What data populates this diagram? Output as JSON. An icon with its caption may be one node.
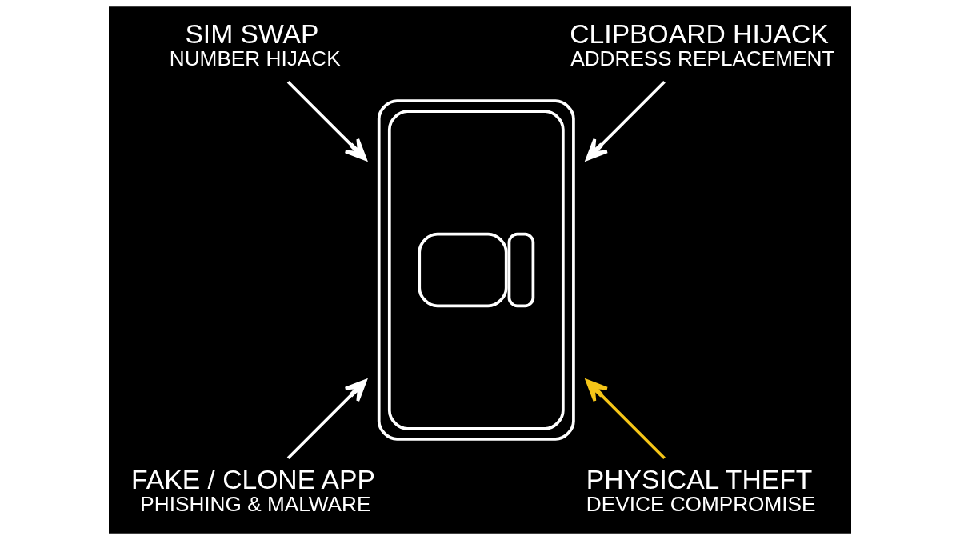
{
  "diagram": {
    "nodes": [
      {
        "text": [
          "SIM SWAP",
          "NUMBER HIJACK"
        ]
      },
      {
        "text": [
          "CLIPBOARD HIJACK",
          "ADDRESS REPLACEMENT"
        ]
      },
      {
        "text": [],
        "shape": "picture"
      },
      {
        "text": [
          "FAKE / CLONE APP",
          "PHISHING & MALWARE"
        ]
      },
      {
        "text": [
          "PHYSICAL THEFT",
          "DEVICE COMPROMISE"
        ]
      }
    ],
    "edges": [
      {
        "from": 0,
        "to": 2,
        "arrow": "to"
      },
      {
        "from": 1,
        "to": 2,
        "arrow": "to"
      },
      {
        "from": 3,
        "to": 2,
        "arrow": "to"
      },
      {
        "from": 4,
        "to": 2,
        "arrow": "to",
        "color": "#f5c518"
      }
    ]
  }
}
